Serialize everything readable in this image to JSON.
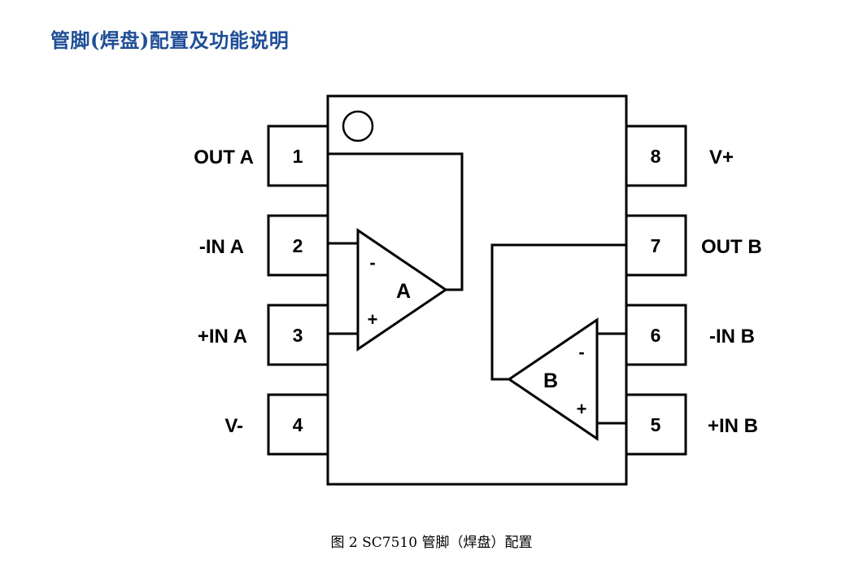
{
  "heading": "管脚(焊盘)配置及功能说明",
  "caption": "图 2 SC7510 管脚（焊盘）配置",
  "heading_color": "#1f4e96",
  "pins": {
    "p1": {
      "number": "1",
      "label": "OUT A"
    },
    "p2": {
      "number": "2",
      "label": "-IN A"
    },
    "p3": {
      "number": "3",
      "label": "+IN A"
    },
    "p4": {
      "number": "4",
      "label": "V-"
    },
    "p5": {
      "number": "5",
      "label": "+IN B"
    },
    "p6": {
      "number": "6",
      "label": "-IN B"
    },
    "p7": {
      "number": "7",
      "label": "OUT B"
    },
    "p8": {
      "number": "8",
      "label": "V+"
    }
  },
  "amps": {
    "a": {
      "name": "A",
      "minus": "-",
      "plus": "+"
    },
    "b": {
      "name": "B",
      "minus": "-",
      "plus": "+"
    }
  }
}
